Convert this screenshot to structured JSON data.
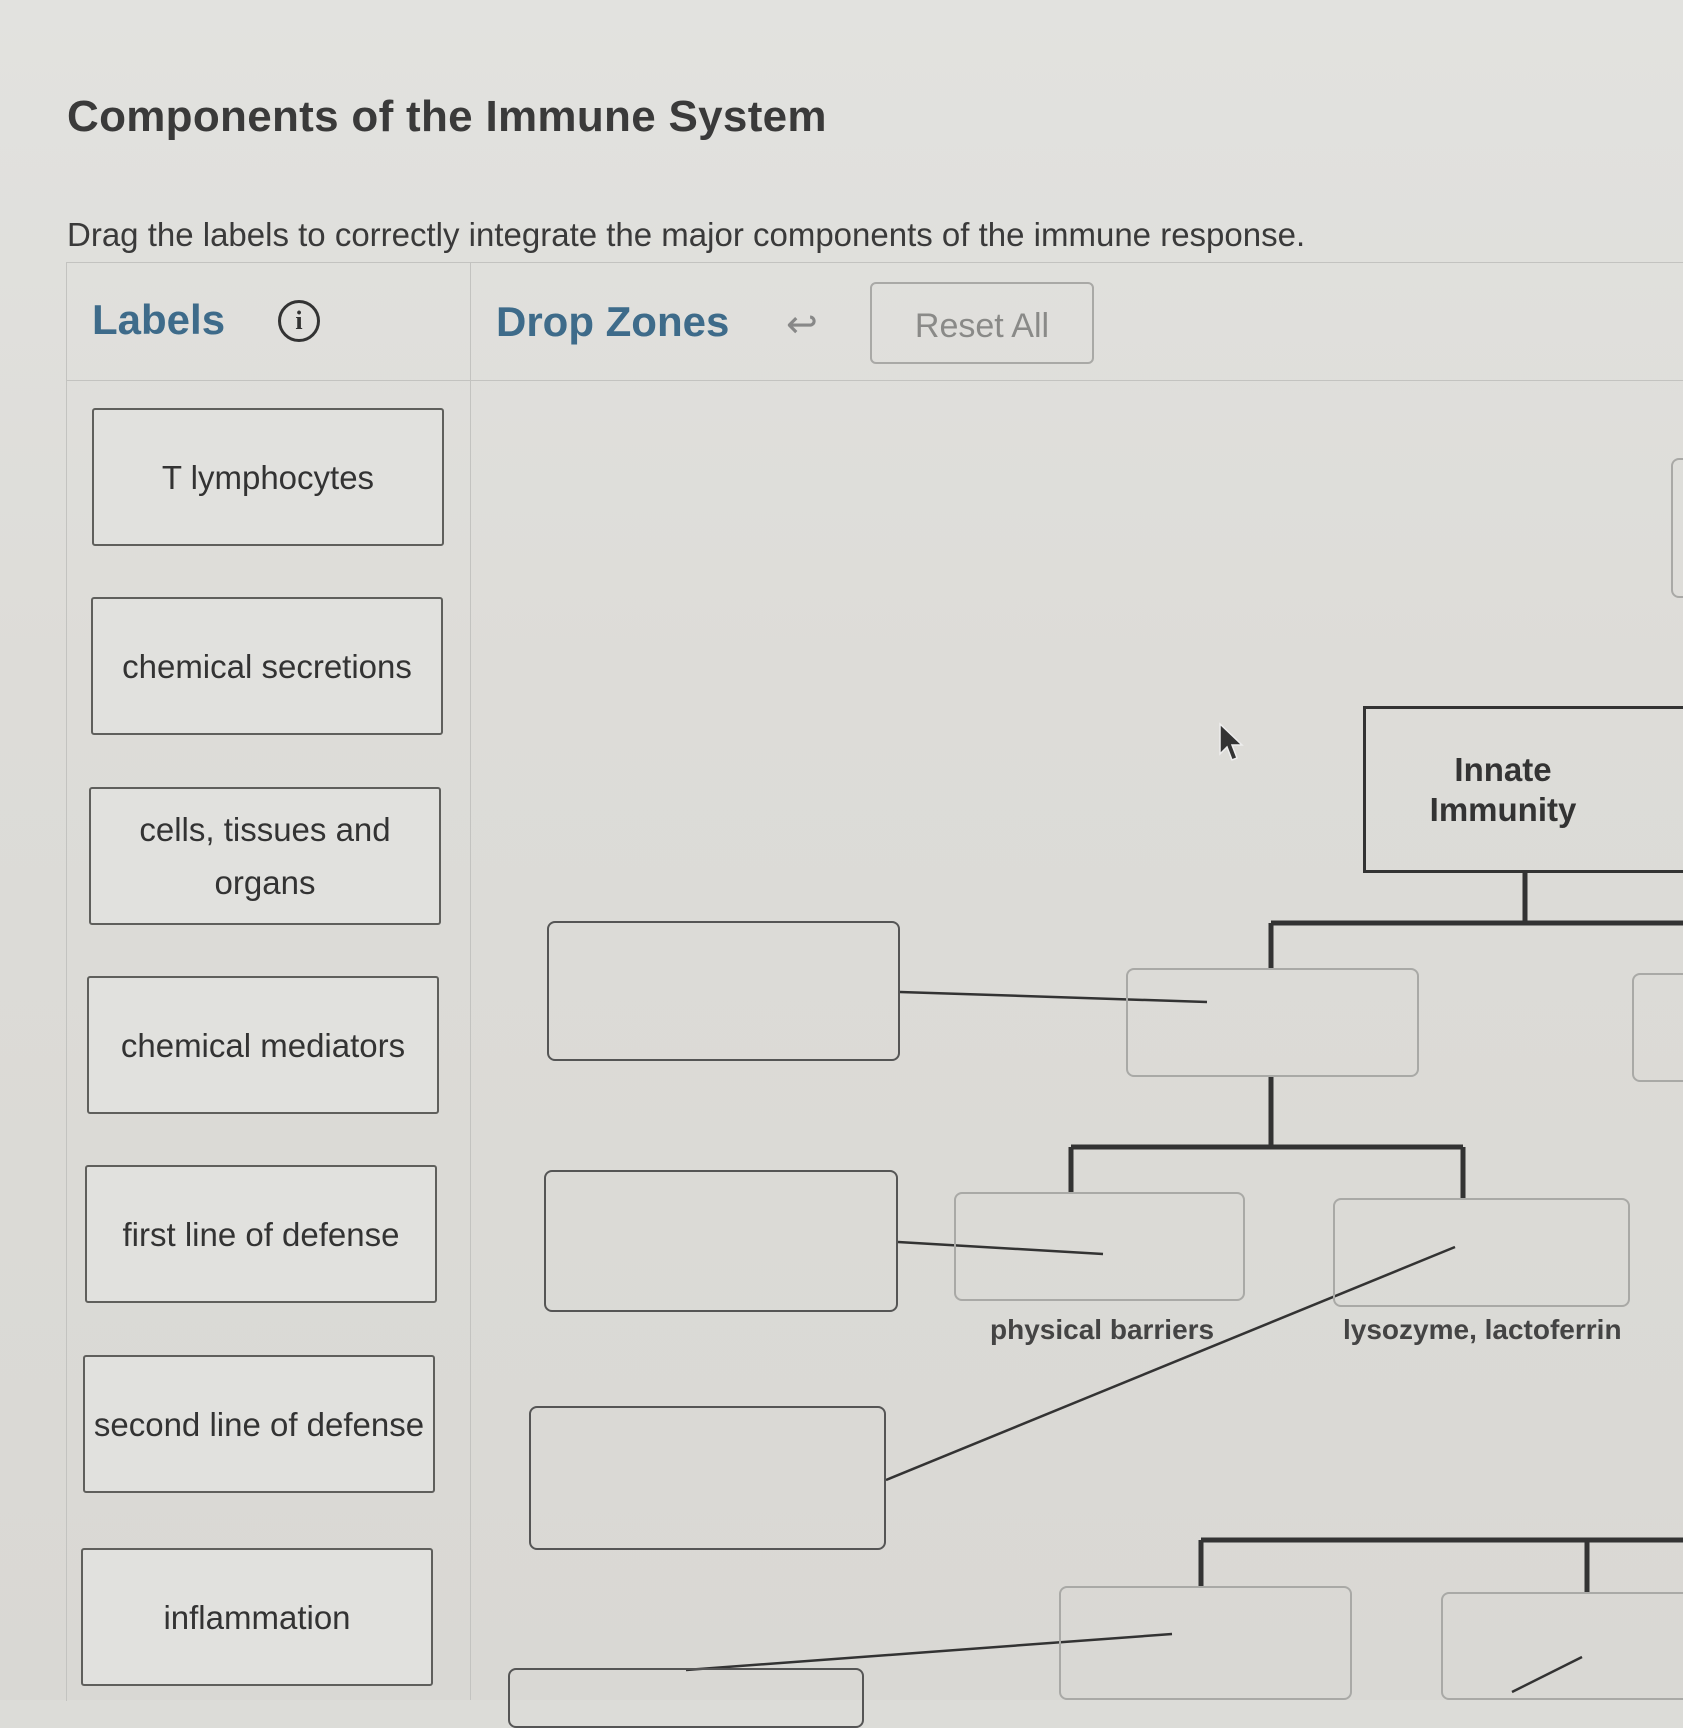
{
  "page": {
    "title": "Components of the Immune System",
    "instructions": "Drag the labels to correctly integrate the major components of the immune response."
  },
  "toolbar": {
    "labels_heading": "Labels",
    "info_glyph": "i",
    "drop_zones_heading": "Drop Zones",
    "undo_glyph": "↩",
    "reset_label": "Reset All"
  },
  "labels": [
    "T lymphocytes",
    "chemical secretions",
    "cells, tissues and organs",
    "chemical mediators",
    "first line of defense",
    "second line of defense",
    "inflammation"
  ],
  "diagram": {
    "root": "Innate Immunity",
    "leaf_texts": [
      "physical barriers",
      "lysozyme, lactoferrin"
    ]
  },
  "icons": [
    "info-icon",
    "undo-icon",
    "mouse-pointer-icon"
  ],
  "colors": {
    "heading_accent": "#3e6b8a",
    "text": "#333333",
    "background": "#dcdcd8"
  }
}
